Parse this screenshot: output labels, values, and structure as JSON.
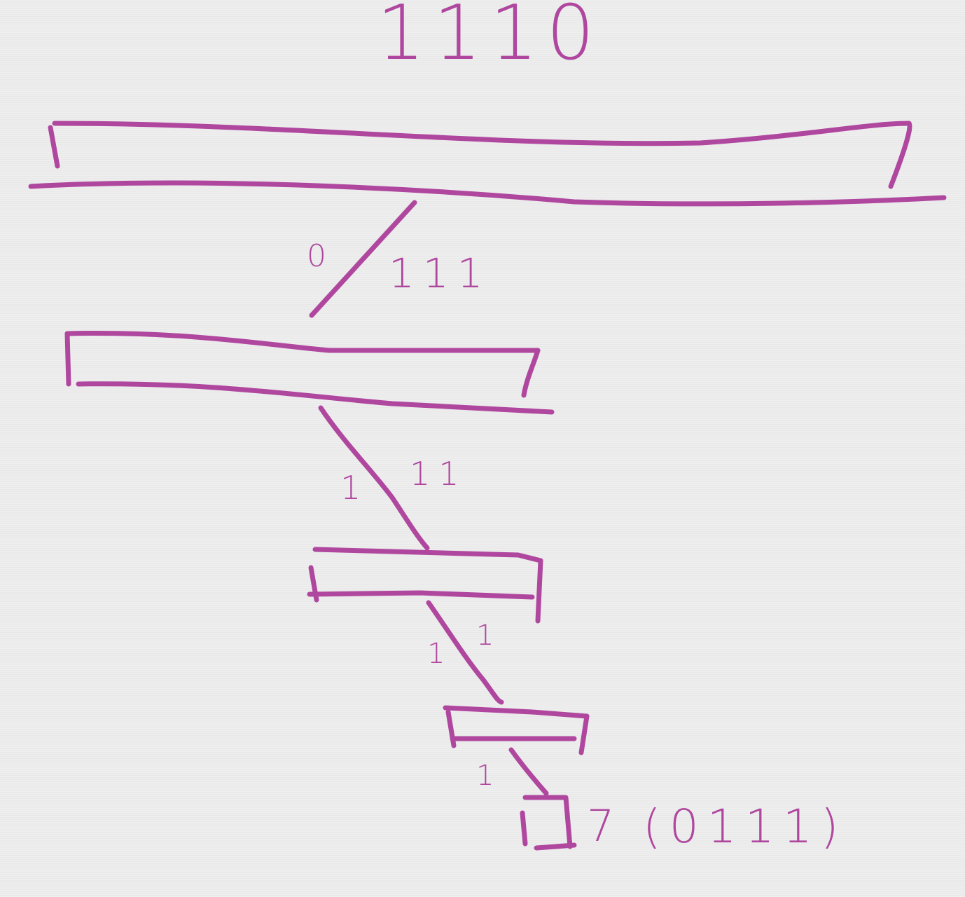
{
  "colors": {
    "ink": "#b0479f",
    "paper": "#ececec"
  },
  "diagram": {
    "title": "1110",
    "edges": [
      {
        "labels": [
          "0",
          "111"
        ]
      },
      {
        "labels": [
          "1",
          "11"
        ]
      },
      {
        "labels": [
          "1",
          "1"
        ]
      },
      {
        "labels": [
          "1"
        ]
      }
    ],
    "leaf": {
      "value": "7",
      "code": "(0111)"
    }
  }
}
